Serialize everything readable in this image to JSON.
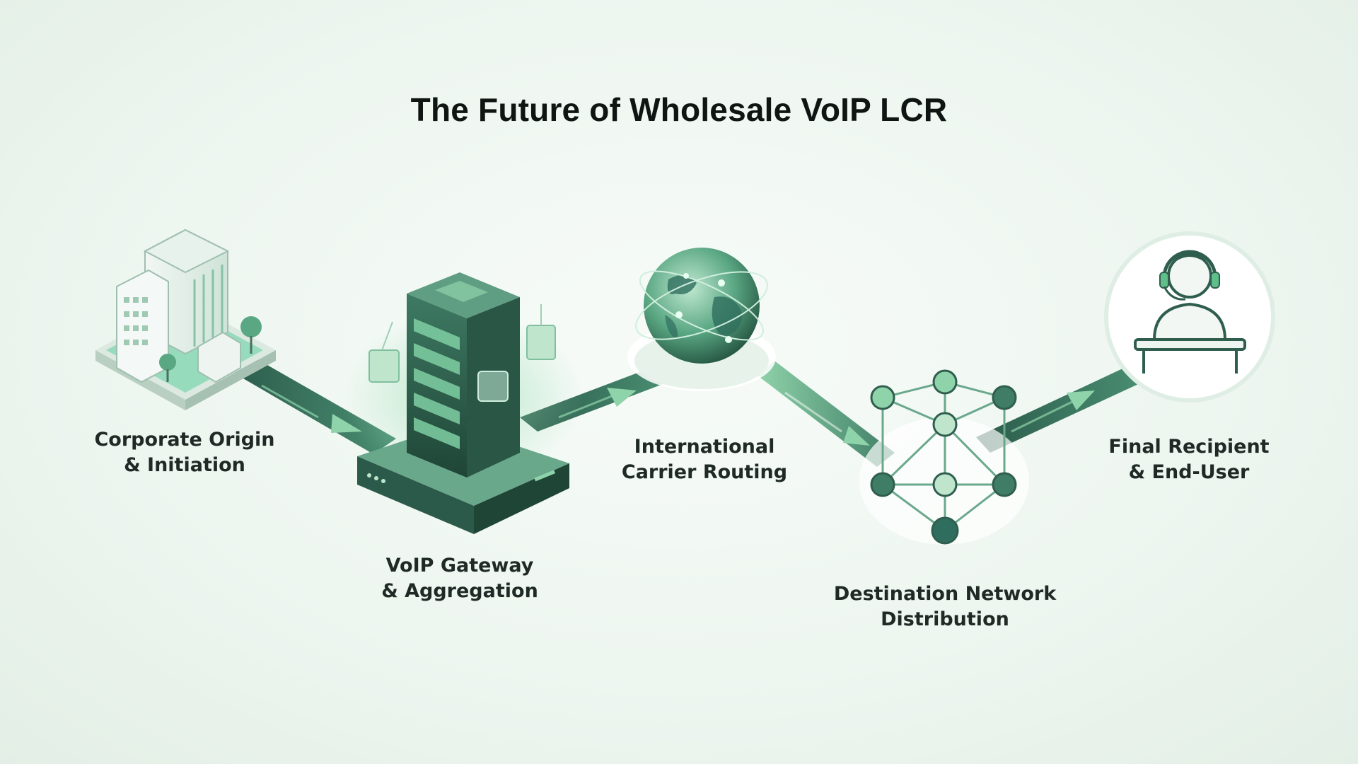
{
  "title": "The Future of Wholesale VoIP LCR",
  "nodes": [
    {
      "id": "corporate",
      "line1": "Corporate Origin",
      "line2": "& Initiation",
      "icon": "office-building-icon"
    },
    {
      "id": "gateway",
      "line1": "VoIP Gateway",
      "line2": "& Aggregation",
      "icon": "server-rack-icon"
    },
    {
      "id": "carrier",
      "line1": "International",
      "line2": "Carrier Routing",
      "icon": "globe-icon"
    },
    {
      "id": "destination",
      "line1": "Destination Network",
      "line2": "Distribution",
      "icon": "network-nodes-icon"
    },
    {
      "id": "recipient",
      "line1": "Final Recipient",
      "line2": "& End-User",
      "icon": "headset-agent-icon"
    }
  ],
  "connectors": [
    "corporate-to-gateway",
    "gateway-to-carrier",
    "carrier-to-destination",
    "destination-to-recipient"
  ],
  "colors": {
    "accent": "#5fbf8a",
    "dark_green": "#1f4d3f",
    "teal": "#2f6e5e",
    "light_green": "#bfe6cd",
    "text": "#1f2a26"
  }
}
